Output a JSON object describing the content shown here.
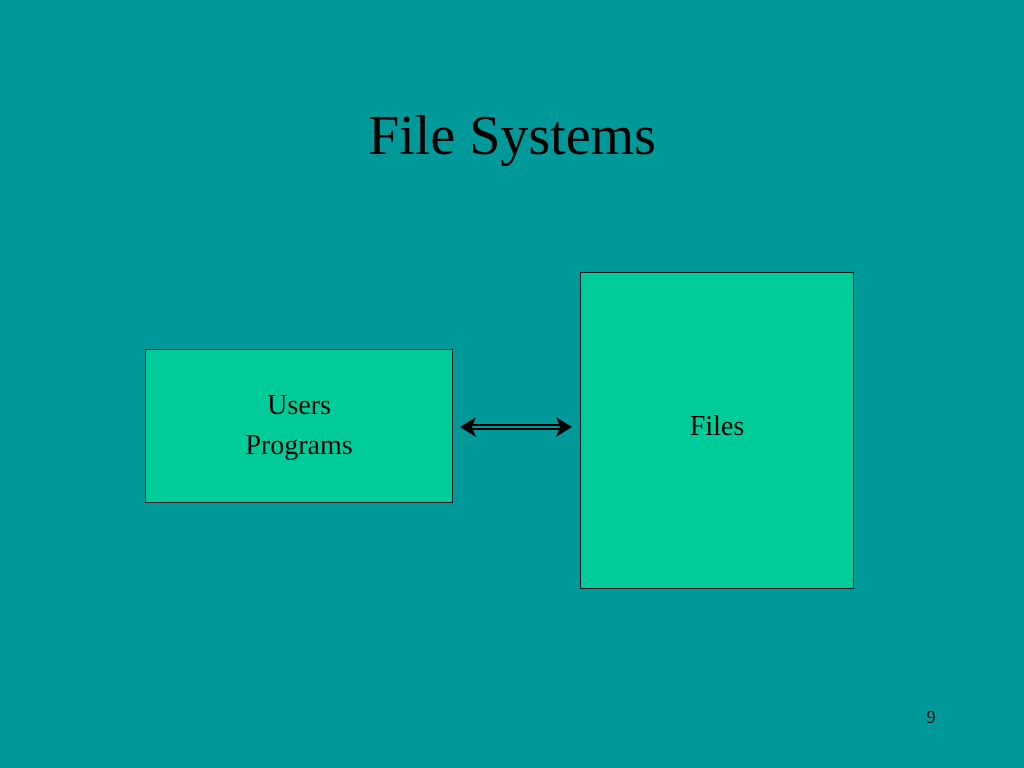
{
  "slide": {
    "title": "File Systems",
    "page_number": "9"
  },
  "diagram": {
    "users_box": {
      "line1": "Users",
      "line2": "Programs"
    },
    "files_box": {
      "label": "Files"
    },
    "connector": {
      "type": "bidirectional-arrow"
    }
  },
  "colors": {
    "background": "#009999",
    "box_fill": "#00CC99",
    "text": "#000000"
  }
}
